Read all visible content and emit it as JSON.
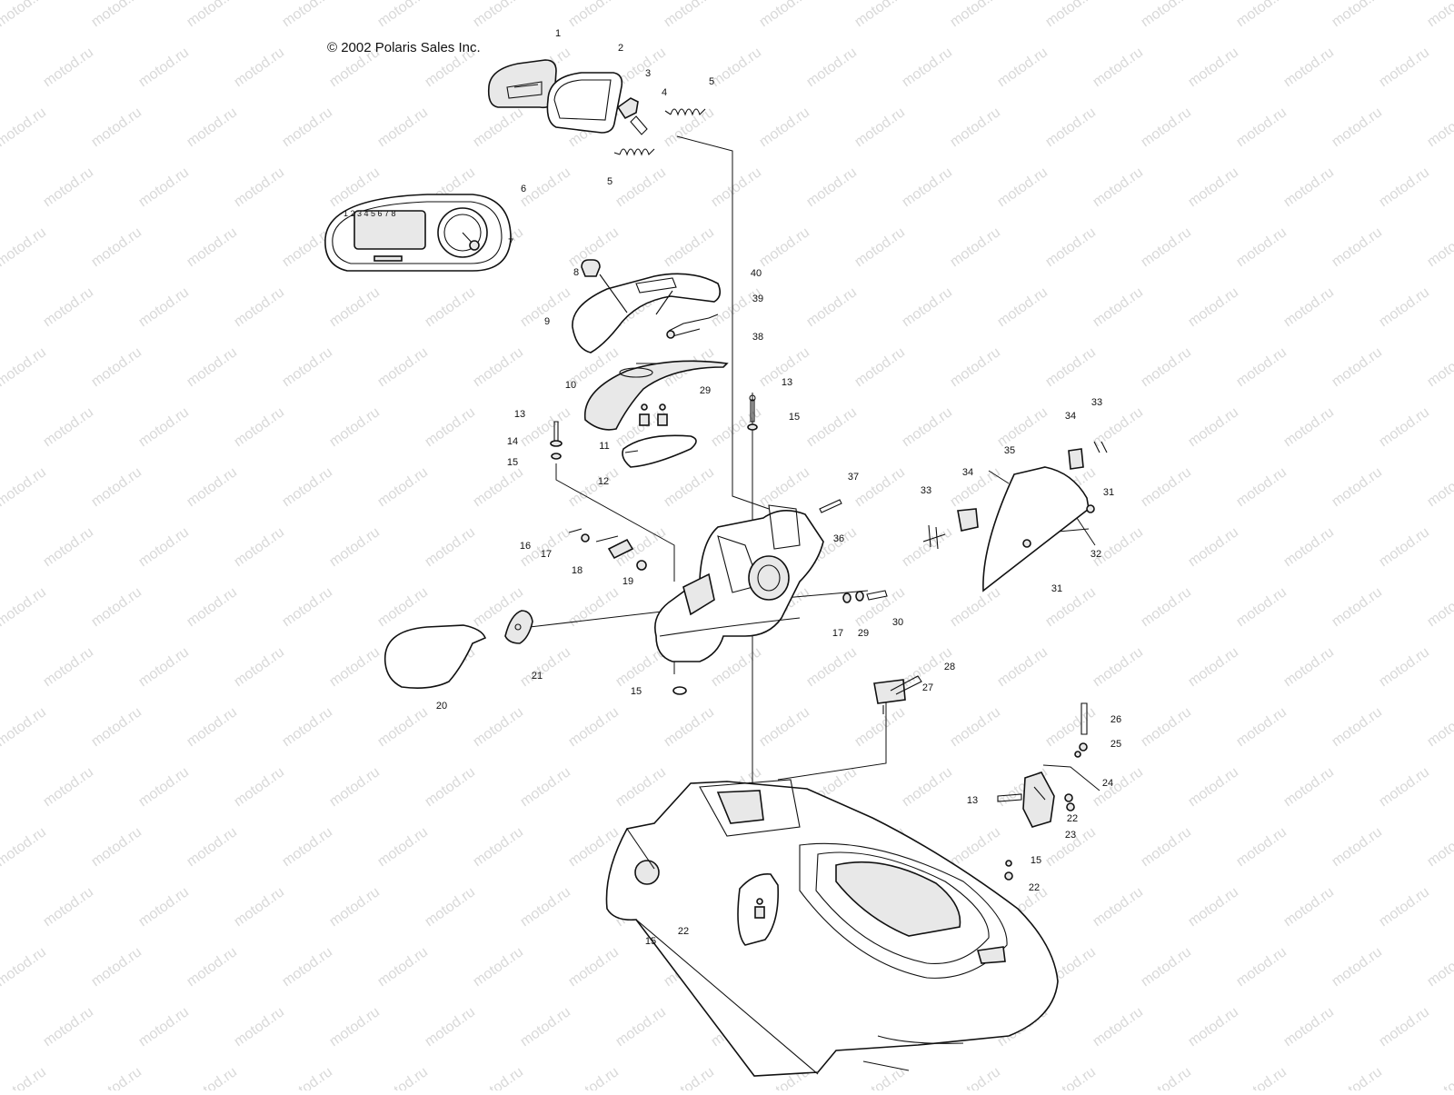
{
  "copyright": "© 2002 Polaris Sales Inc.",
  "watermark": "motod.ru",
  "gauge_digits": "1 2 3 4 5 6 7 8",
  "callouts": [
    {
      "id": "c1",
      "text": "1"
    },
    {
      "id": "c2",
      "text": "2"
    },
    {
      "id": "c3",
      "text": "3"
    },
    {
      "id": "c4",
      "text": "4"
    },
    {
      "id": "c5a",
      "text": "5"
    },
    {
      "id": "c5b",
      "text": "5"
    },
    {
      "id": "c6",
      "text": "6"
    },
    {
      "id": "c7",
      "text": "7"
    },
    {
      "id": "c8",
      "text": "8"
    },
    {
      "id": "c9",
      "text": "9"
    },
    {
      "id": "c10",
      "text": "10"
    },
    {
      "id": "c11",
      "text": "11"
    },
    {
      "id": "c12",
      "text": "12"
    },
    {
      "id": "c13a",
      "text": "13"
    },
    {
      "id": "c13b",
      "text": "13"
    },
    {
      "id": "c13c",
      "text": "13"
    },
    {
      "id": "c14",
      "text": "14"
    },
    {
      "id": "c15a",
      "text": "15"
    },
    {
      "id": "c15b",
      "text": "15"
    },
    {
      "id": "c15c",
      "text": "15"
    },
    {
      "id": "c15d",
      "text": "15"
    },
    {
      "id": "c15e",
      "text": "15"
    },
    {
      "id": "c16",
      "text": "16"
    },
    {
      "id": "c17a",
      "text": "17"
    },
    {
      "id": "c17b",
      "text": "17"
    },
    {
      "id": "c18",
      "text": "18"
    },
    {
      "id": "c19",
      "text": "19"
    },
    {
      "id": "c20",
      "text": "20"
    },
    {
      "id": "c21",
      "text": "21"
    },
    {
      "id": "c22a",
      "text": "22"
    },
    {
      "id": "c22b",
      "text": "22"
    },
    {
      "id": "c22c",
      "text": "22"
    },
    {
      "id": "c23",
      "text": "23"
    },
    {
      "id": "c24",
      "text": "24"
    },
    {
      "id": "c25",
      "text": "25"
    },
    {
      "id": "c26",
      "text": "26"
    },
    {
      "id": "c27",
      "text": "27"
    },
    {
      "id": "c28",
      "text": "28"
    },
    {
      "id": "c29a",
      "text": "29"
    },
    {
      "id": "c29b",
      "text": "29"
    },
    {
      "id": "c30",
      "text": "30"
    },
    {
      "id": "c31a",
      "text": "31"
    },
    {
      "id": "c31b",
      "text": "31"
    },
    {
      "id": "c32",
      "text": "32"
    },
    {
      "id": "c33a",
      "text": "33"
    },
    {
      "id": "c33b",
      "text": "33"
    },
    {
      "id": "c34a",
      "text": "34"
    },
    {
      "id": "c34b",
      "text": "34"
    },
    {
      "id": "c35",
      "text": "35"
    },
    {
      "id": "c36",
      "text": "36"
    },
    {
      "id": "c37",
      "text": "37"
    },
    {
      "id": "c38",
      "text": "38"
    },
    {
      "id": "c39",
      "text": "39"
    },
    {
      "id": "c40",
      "text": "40"
    }
  ]
}
